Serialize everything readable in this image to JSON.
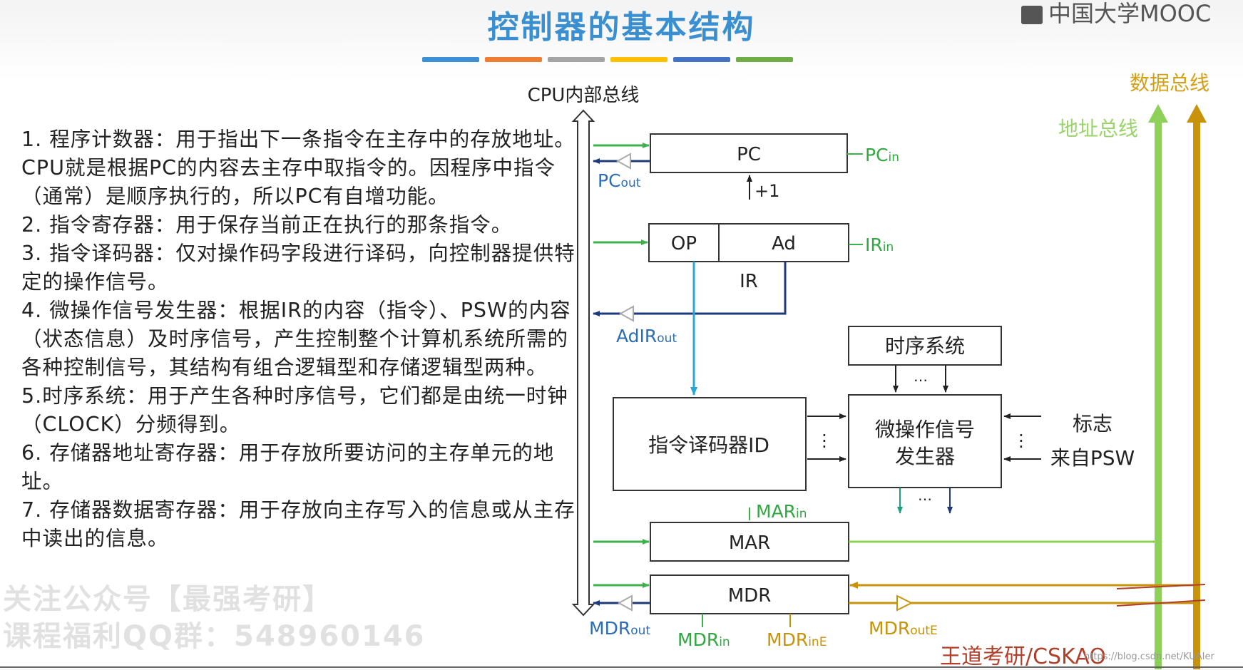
{
  "title": "控制器的基本结构",
  "logo": "中国大学MOOC",
  "colors": {
    "bars": [
      "#3d8fd6",
      "#ed7d31",
      "#a5a5a5",
      "#ffc000",
      "#4472c4",
      "#70ad47"
    ],
    "address_bus": "#8ed15a",
    "data_bus": "#c8920a",
    "control_arrow": "#3db24a",
    "ir_arrow": "#29a8d8",
    "register_border": "#333333"
  },
  "text": {
    "p1": "1. 程序计数器：用于指出下一条指令在主存中的存放地址。CPU就是根据PC的内容去主存中取指令的。因程序中指令（通常）是顺序执行的，所以PC有自增功能。",
    "p2": "2. 指令寄存器：用于保存当前正在执行的那条指令。",
    "p3": "3. 指令译码器：仅对操作码字段进行译码，向控制器提供特定的操作信号。",
    "p4": "4. 微操作信号发生器：根据IR的内容（指令）、PSW的内容（状态信息）及时序信号，产生控制整个计算机系统所需的各种控制信号，其结构有组合逻辑型和存储逻辑型两种。",
    "p5": "5.时序系统：用于产生各种时序信号，它们都是由统一时钟（CLOCK）分频得到。",
    "p6": "6. 存储器地址寄存器：用于存放所要访问的主存单元的地址。",
    "p7": "7. 存储器数据寄存器：用于存放向主存写入的信息或从主存中读出的信息。"
  },
  "watermark": {
    "line1": "关注公众号【最强考研】",
    "line2": "课程福利QQ群：548960146"
  },
  "diagram": {
    "cpu_bus": "CPU内部总线",
    "data_bus": "数据总线",
    "address_bus": "地址总线",
    "pc": "PC",
    "pc_in_main": "PC",
    "pc_in_sub": "in",
    "pc_out_main": "PC",
    "pc_out_sub": "out",
    "plus_one": "+1",
    "op": "OP",
    "ad": "Ad",
    "ir": "IR",
    "ir_in_main": "IR",
    "ir_in_sub": "in",
    "adir_out_main": "AdIR",
    "adir_out_sub": "out",
    "timing": "时序系统",
    "dots": "…",
    "vdots": "⋮",
    "decoder": "指令译码器ID",
    "micro_op_line1": "微操作信号",
    "micro_op_line2": "发生器",
    "flag": "标志",
    "from_psw": "来自PSW",
    "mar": "MAR",
    "mar_in_main": "MAR",
    "mar_in_sub": "in",
    "mdr": "MDR",
    "mdr_out_main": "MDR",
    "mdr_out_sub": "out",
    "mdr_in_main": "MDR",
    "mdr_in_sub": "in",
    "mdr_ine_main": "MDR",
    "mdr_ine_sub": "inE",
    "mdr_oute_main": "MDR",
    "mdr_oute_sub": "outE"
  },
  "footer": "王道考研/CSKAO",
  "footer_url": "https://blog.csdn.net/KUAIer"
}
